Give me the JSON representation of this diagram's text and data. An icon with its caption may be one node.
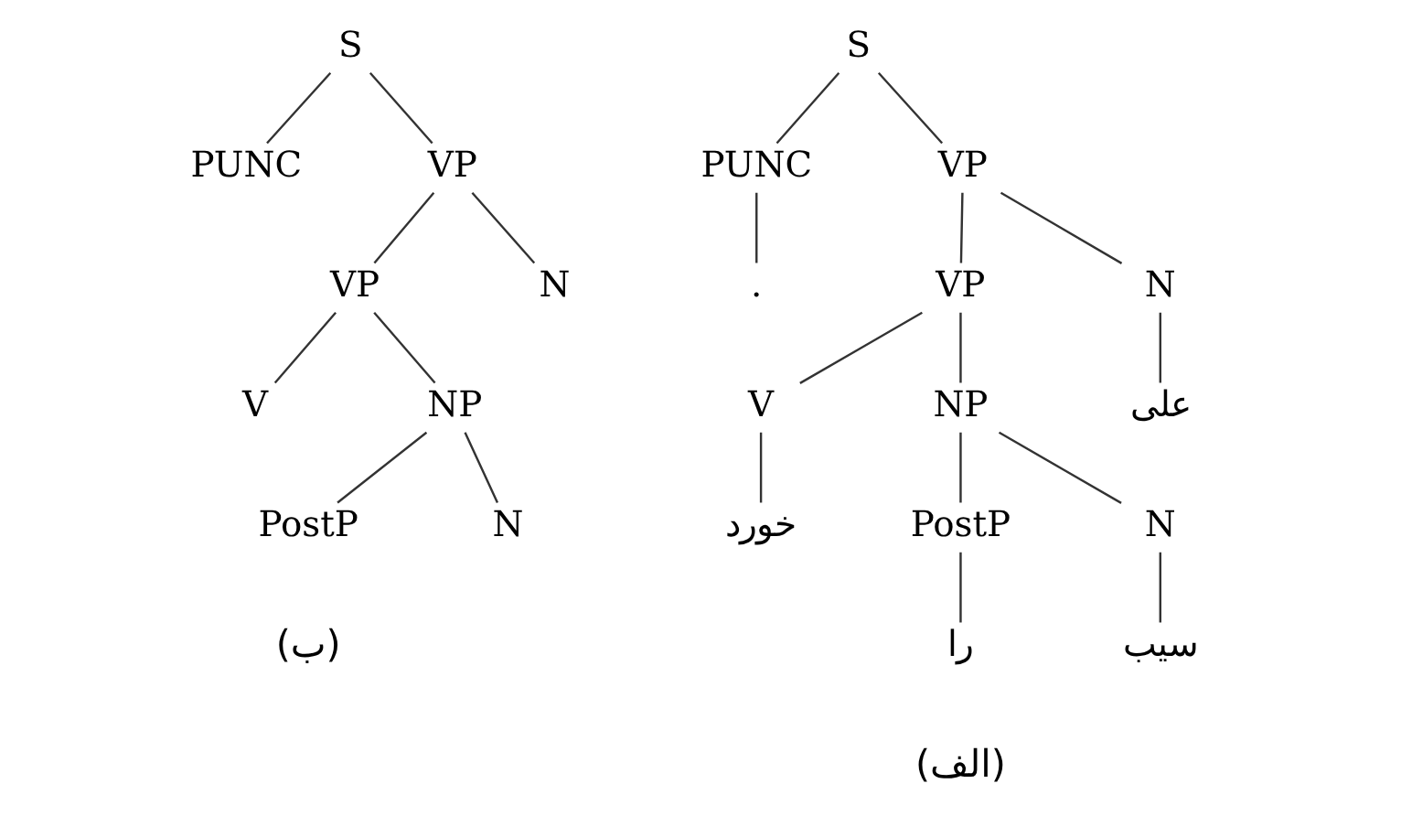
{
  "diagram": {
    "nodes": [
      {
        "text": [
          "S"
        ]
      },
      {
        "text": [
          "PUNC"
        ]
      },
      {
        "text": [
          "VP"
        ]
      },
      {
        "text": [
          "VP"
        ]
      },
      {
        "text": [
          "N"
        ]
      },
      {
        "text": [
          "V"
        ]
      },
      {
        "text": [
          "NP"
        ]
      },
      {
        "text": [
          "PostP"
        ]
      },
      {
        "text": [
          "N"
        ]
      },
      {
        "text": [
          "S"
        ]
      },
      {
        "text": [
          "PUNC"
        ]
      },
      {
        "text": [
          "VP"
        ]
      },
      {
        "text": [
          "."
        ]
      },
      {
        "text": [
          "VP"
        ]
      },
      {
        "text": [
          "N"
        ]
      },
      {
        "text": [
          "علی"
        ]
      },
      {
        "text": [
          "V"
        ]
      },
      {
        "text": [
          "NP"
        ]
      },
      {
        "text": [
          "خورد"
        ]
      },
      {
        "text": [
          "PostP"
        ]
      },
      {
        "text": [
          "N"
        ]
      },
      {
        "text": [
          "را"
        ]
      },
      {
        "text": [
          "سیب"
        ]
      }
    ],
    "edges": [
      {
        "from": 0,
        "to": 1,
        "arrow": "none"
      },
      {
        "from": 0,
        "to": 2,
        "arrow": "none"
      },
      {
        "from": 2,
        "to": 3,
        "arrow": "none"
      },
      {
        "from": 2,
        "to": 4,
        "arrow": "none"
      },
      {
        "from": 3,
        "to": 5,
        "arrow": "none"
      },
      {
        "from": 3,
        "to": 6,
        "arrow": "none"
      },
      {
        "from": 6,
        "to": 7,
        "arrow": "none"
      },
      {
        "from": 6,
        "to": 8,
        "arrow": "none"
      },
      {
        "from": 9,
        "to": 10,
        "arrow": "none"
      },
      {
        "from": 9,
        "to": 11,
        "arrow": "none"
      },
      {
        "from": 10,
        "to": 12,
        "arrow": "none"
      },
      {
        "from": 11,
        "to": 13,
        "arrow": "none"
      },
      {
        "from": 11,
        "to": 14,
        "arrow": "none"
      },
      {
        "from": 14,
        "to": 15,
        "arrow": "none"
      },
      {
        "from": 13,
        "to": 16,
        "arrow": "none"
      },
      {
        "from": 13,
        "to": 17,
        "arrow": "none"
      },
      {
        "from": 16,
        "to": 18,
        "arrow": "none"
      },
      {
        "from": 17,
        "to": 19,
        "arrow": "none"
      },
      {
        "from": 17,
        "to": 20,
        "arrow": "none"
      },
      {
        "from": 19,
        "to": 21,
        "arrow": "none"
      },
      {
        "from": 20,
        "to": 22,
        "arrow": "none"
      }
    ],
    "labels": [
      "(ب)",
      "(الف)"
    ]
  }
}
